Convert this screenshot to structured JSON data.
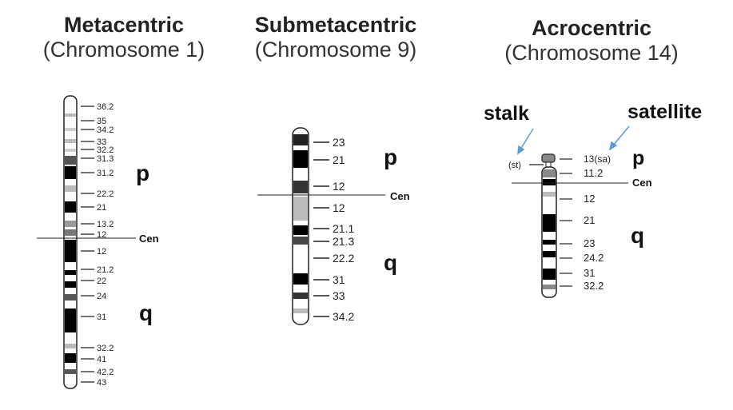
{
  "colors": {
    "band_dark": "#000000",
    "band_mid": "#555555",
    "band_light": "#bbbbbb",
    "arrow": "#5b9bd5"
  },
  "chromosomes": [
    {
      "type": "Metacentric",
      "subtitle": "(Chromosome 1)",
      "p_label": "p",
      "q_label": "q",
      "cen_label": "Cen",
      "band_labels": [
        "36.2",
        "35",
        "34.2",
        "33",
        "32.2",
        "31.3",
        "31.2",
        "22.2",
        "21",
        "13.2",
        "12",
        "12",
        "21.2",
        "22",
        "24",
        "31",
        "32.2",
        "41",
        "42.2",
        "43"
      ]
    },
    {
      "type": "Submetacentric",
      "subtitle": "(Chromosome 9)",
      "p_label": "p",
      "q_label": "q",
      "cen_label": "Cen",
      "band_labels": [
        "23",
        "21",
        "12",
        "12",
        "21.1",
        "21.3",
        "22.2",
        "31",
        "33",
        "34.2"
      ]
    },
    {
      "type": "Acrocentric",
      "subtitle": "(Chromosome 14)",
      "p_label": "p",
      "q_label": "q",
      "cen_label": "Cen",
      "stalk_label": "stalk",
      "satellite_label": "satellite",
      "st_label": "(st)",
      "band_labels": [
        "13(sa)",
        "11.2",
        "12",
        "21",
        "23",
        "24.2",
        "31",
        "32.2"
      ]
    }
  ]
}
